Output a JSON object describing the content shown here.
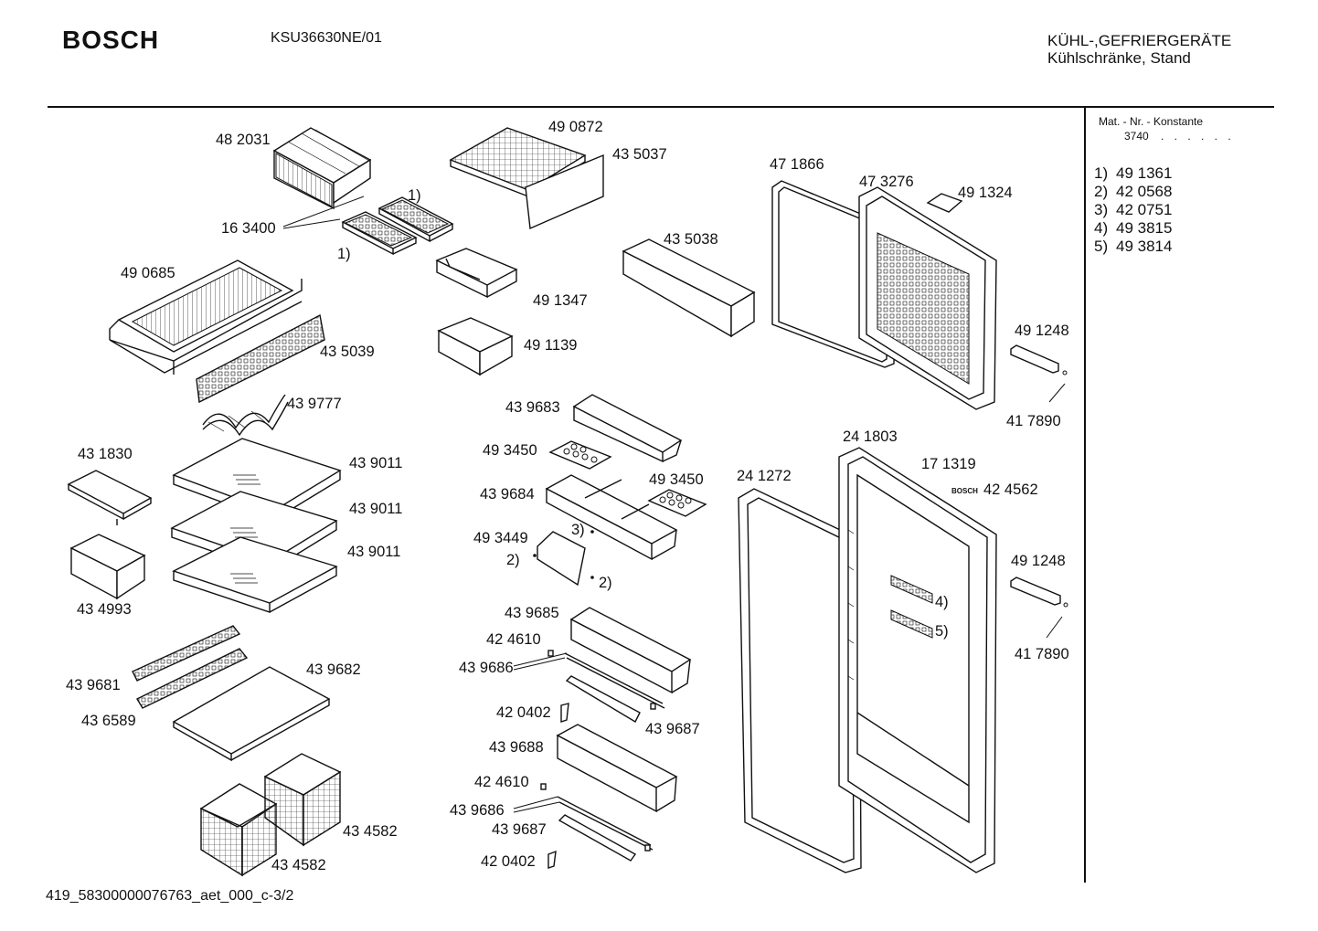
{
  "header": {
    "brand": "BOSCH",
    "model": "KSU36630NE/01",
    "category_line1": "KÜHL-,GEFRIERGERÄTE",
    "category_line2": "Kühlschränke, Stand"
  },
  "footer": {
    "doc_id": "419_58300000076763_aet_000_c-3/2"
  },
  "sidebar": {
    "heading": "Mat. - Nr. - Konstante",
    "constant": "3740",
    "dots": ". . . . . .",
    "variants": [
      {
        "num": "1)",
        "part": "49 1361"
      },
      {
        "num": "2)",
        "part": "42 0568"
      },
      {
        "num": "3)",
        "part": "42 0751"
      },
      {
        "num": "4)",
        "part": "49 3815"
      },
      {
        "num": "5)",
        "part": "49 3814"
      }
    ]
  },
  "labels": {
    "p482031": "48 2031",
    "p490872": "49 0872",
    "p435037": "43 5037",
    "p163400": "16 3400",
    "m1a": "1)",
    "m1b": "1)",
    "p490685": "49 0685",
    "p491347": "49 1347",
    "p435038": "43 5038",
    "p471866": "47 1866",
    "p473276": "47 3276",
    "p491324": "49 1324",
    "p435039": "43 5039",
    "p491139": "49 1139",
    "p491248a": "49 1248",
    "p439777": "43 9777",
    "p439683": "43 9683",
    "p417890a": "41 7890",
    "p431830": "43 1830",
    "p493450a": "49 3450",
    "p439011a": "43 9011",
    "p241803": "24 1803",
    "p171319": "17 1319",
    "p241272": "24 1272",
    "p493450b": "49 3450",
    "boschsmall": "BOSCH",
    "p424562": "42 4562",
    "p439684": "43 9684",
    "p439011b": "43 9011",
    "m3": "3)",
    "p493449": "49 3449",
    "p439011c": "43 9011",
    "m2a": "2)",
    "m2b": "2)",
    "p491248b": "49 1248",
    "m4": "4)",
    "m5": "5)",
    "p434993": "43 4993",
    "p439685": "43 9685",
    "p424610a": "42 4610",
    "p417890b": "41 7890",
    "p439682": "43 9682",
    "p439686a": "43 9686",
    "p439681": "43 9681",
    "p420402a": "42 0402",
    "p436589": "43 6589",
    "p439687a": "43 9687",
    "p439688": "43 9688",
    "p424610b": "42 4610",
    "p439686b": "43 9686",
    "p434582a": "43 4582",
    "p439687b": "43 9687",
    "p434582b": "43 4582",
    "p420402b": "42 0402"
  }
}
